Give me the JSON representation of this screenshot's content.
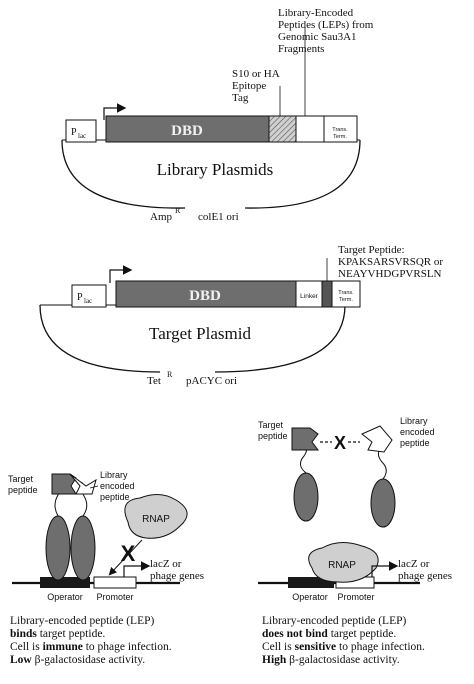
{
  "library_plasmid": {
    "promoter_label": "P",
    "promoter_sub": "lac",
    "dbd_label": "DBD",
    "term_label_1": "Trans.",
    "term_label_2": "Term.",
    "title": "Library Plasmids",
    "marker": "Amp",
    "marker_sup": "R",
    "origin": "colE1 ori",
    "tag_callout": [
      "S10 or HA",
      "Epitope",
      "Tag"
    ],
    "lep_callout": [
      "Library-Encoded",
      "Peptides (LEPs) from",
      "Genomic Sau3A1",
      "Fragments"
    ]
  },
  "target_plasmid": {
    "promoter_label": "P",
    "promoter_sub": "lac",
    "dbd_label": "DBD",
    "linker_label": "Linker",
    "term_label_1": "Trans.",
    "term_label_2": "Term.",
    "title": "Target Plasmid",
    "marker": "Tet",
    "marker_sup": "R",
    "origin": "pACYC ori",
    "target_callout": [
      "Target  Peptide:",
      "KPAKSARSVRSQR or",
      "NEAYVHDGPVRSLN"
    ]
  },
  "left_panel": {
    "target_label": [
      "Target",
      "peptide"
    ],
    "library_label": [
      "Library",
      "encoded",
      "peptide"
    ],
    "rnap_label": "RNAP",
    "x_mark": "X",
    "genes_label": [
      "lacZ or",
      "phage genes"
    ],
    "operator_label": "Operator",
    "promoter_label": "Promoter",
    "caption": {
      "line1": "Library-encoded peptide (LEP)",
      "line2_bold": "binds",
      "line2_rest": " target peptide.",
      "line3_pre": "Cell is ",
      "line3_bold": "immune",
      "line3_post": " to phage infection.",
      "line4_bold": "Low",
      "line4_rest": " β-galactosidase activity."
    }
  },
  "right_panel": {
    "target_label": [
      "Target",
      "peptide"
    ],
    "library_label": [
      "Library",
      "encoded",
      "peptide"
    ],
    "x_mark": "X",
    "rnap_label": "RNAP",
    "genes_label": [
      "lacZ or",
      "phage genes"
    ],
    "operator_label": "Operator",
    "promoter_label": "Promoter",
    "caption": {
      "line1": "Library-encoded peptide (LEP)",
      "line2_bold": "does not bind",
      "line2_rest": " target peptide.",
      "line3_pre": "Cell is ",
      "line3_bold": "sensitive",
      "line3_post": " to phage infection.",
      "line4_bold": "High",
      "line4_rest": " β-galactosidase activity."
    }
  },
  "colors": {
    "dbd_fill": "#6e6e6e",
    "lep_hatch": "#9a9a9a",
    "rnap_fill": "#cfcfcf",
    "operator_fill": "#1a1a1a"
  }
}
